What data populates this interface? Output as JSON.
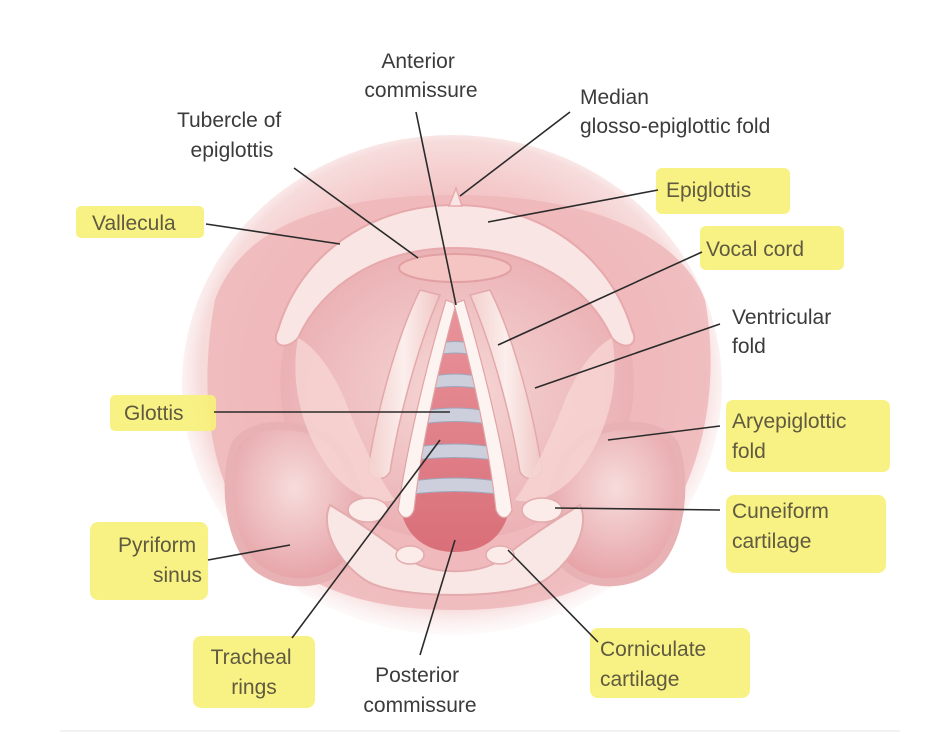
{
  "labels": {
    "anterior_commissure": [
      "Anterior",
      "commissure"
    ],
    "median_fold": [
      "Median",
      "glosso-epiglottic fold"
    ],
    "tubercle": [
      "Tubercle of",
      "epiglottis"
    ],
    "epiglottis": [
      "Epiglottis"
    ],
    "vallecula": [
      "Vallecula"
    ],
    "vocal_cord": [
      "Vocal cord"
    ],
    "ventricular_fold": [
      "Ventricular",
      "fold"
    ],
    "glottis": [
      "Glottis"
    ],
    "aryepiglottic_fold": [
      "Aryepiglottic",
      "fold"
    ],
    "cuneiform": [
      "Cuneiform",
      "cartilage"
    ],
    "pyriform": [
      "Pyriform",
      "sinus"
    ],
    "tracheal_rings": [
      "Tracheal",
      "rings"
    ],
    "posterior_commissure": [
      "Posterior",
      "commissure"
    ],
    "corniculate": [
      "Corniculate",
      "cartilage"
    ]
  },
  "highlighted": [
    "epiglottis",
    "vallecula",
    "vocal_cord",
    "glottis",
    "aryepiglottic_fold",
    "cuneiform",
    "pyriform",
    "tracheal_rings",
    "corniculate"
  ],
  "colors": {
    "highlight": "#f7f17a",
    "tissue_outer": "#e9a3a6",
    "tissue_mid": "#f2c4c4",
    "tissue_light": "#f9e3e1",
    "fold_pink": "#f3d0cd",
    "airway": "#e07f86",
    "ring": "#c8ccd8"
  }
}
